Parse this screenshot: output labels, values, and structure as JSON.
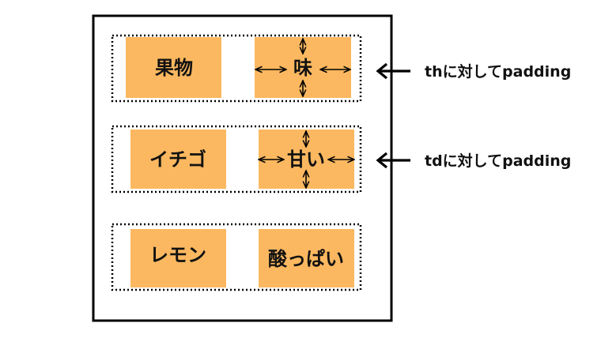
{
  "rows": [
    {
      "header": "果物",
      "value": "味"
    },
    {
      "header": "イチゴ",
      "value": "甘い"
    },
    {
      "header": "レモン",
      "value": "酸っぱい"
    }
  ],
  "annotations": {
    "th_label": "thに対してpadding",
    "td_label": "tdに対してpadding"
  },
  "colors": {
    "cell_fill": "#FBB860",
    "frame": "#000000",
    "background": "#FFFFFF"
  }
}
